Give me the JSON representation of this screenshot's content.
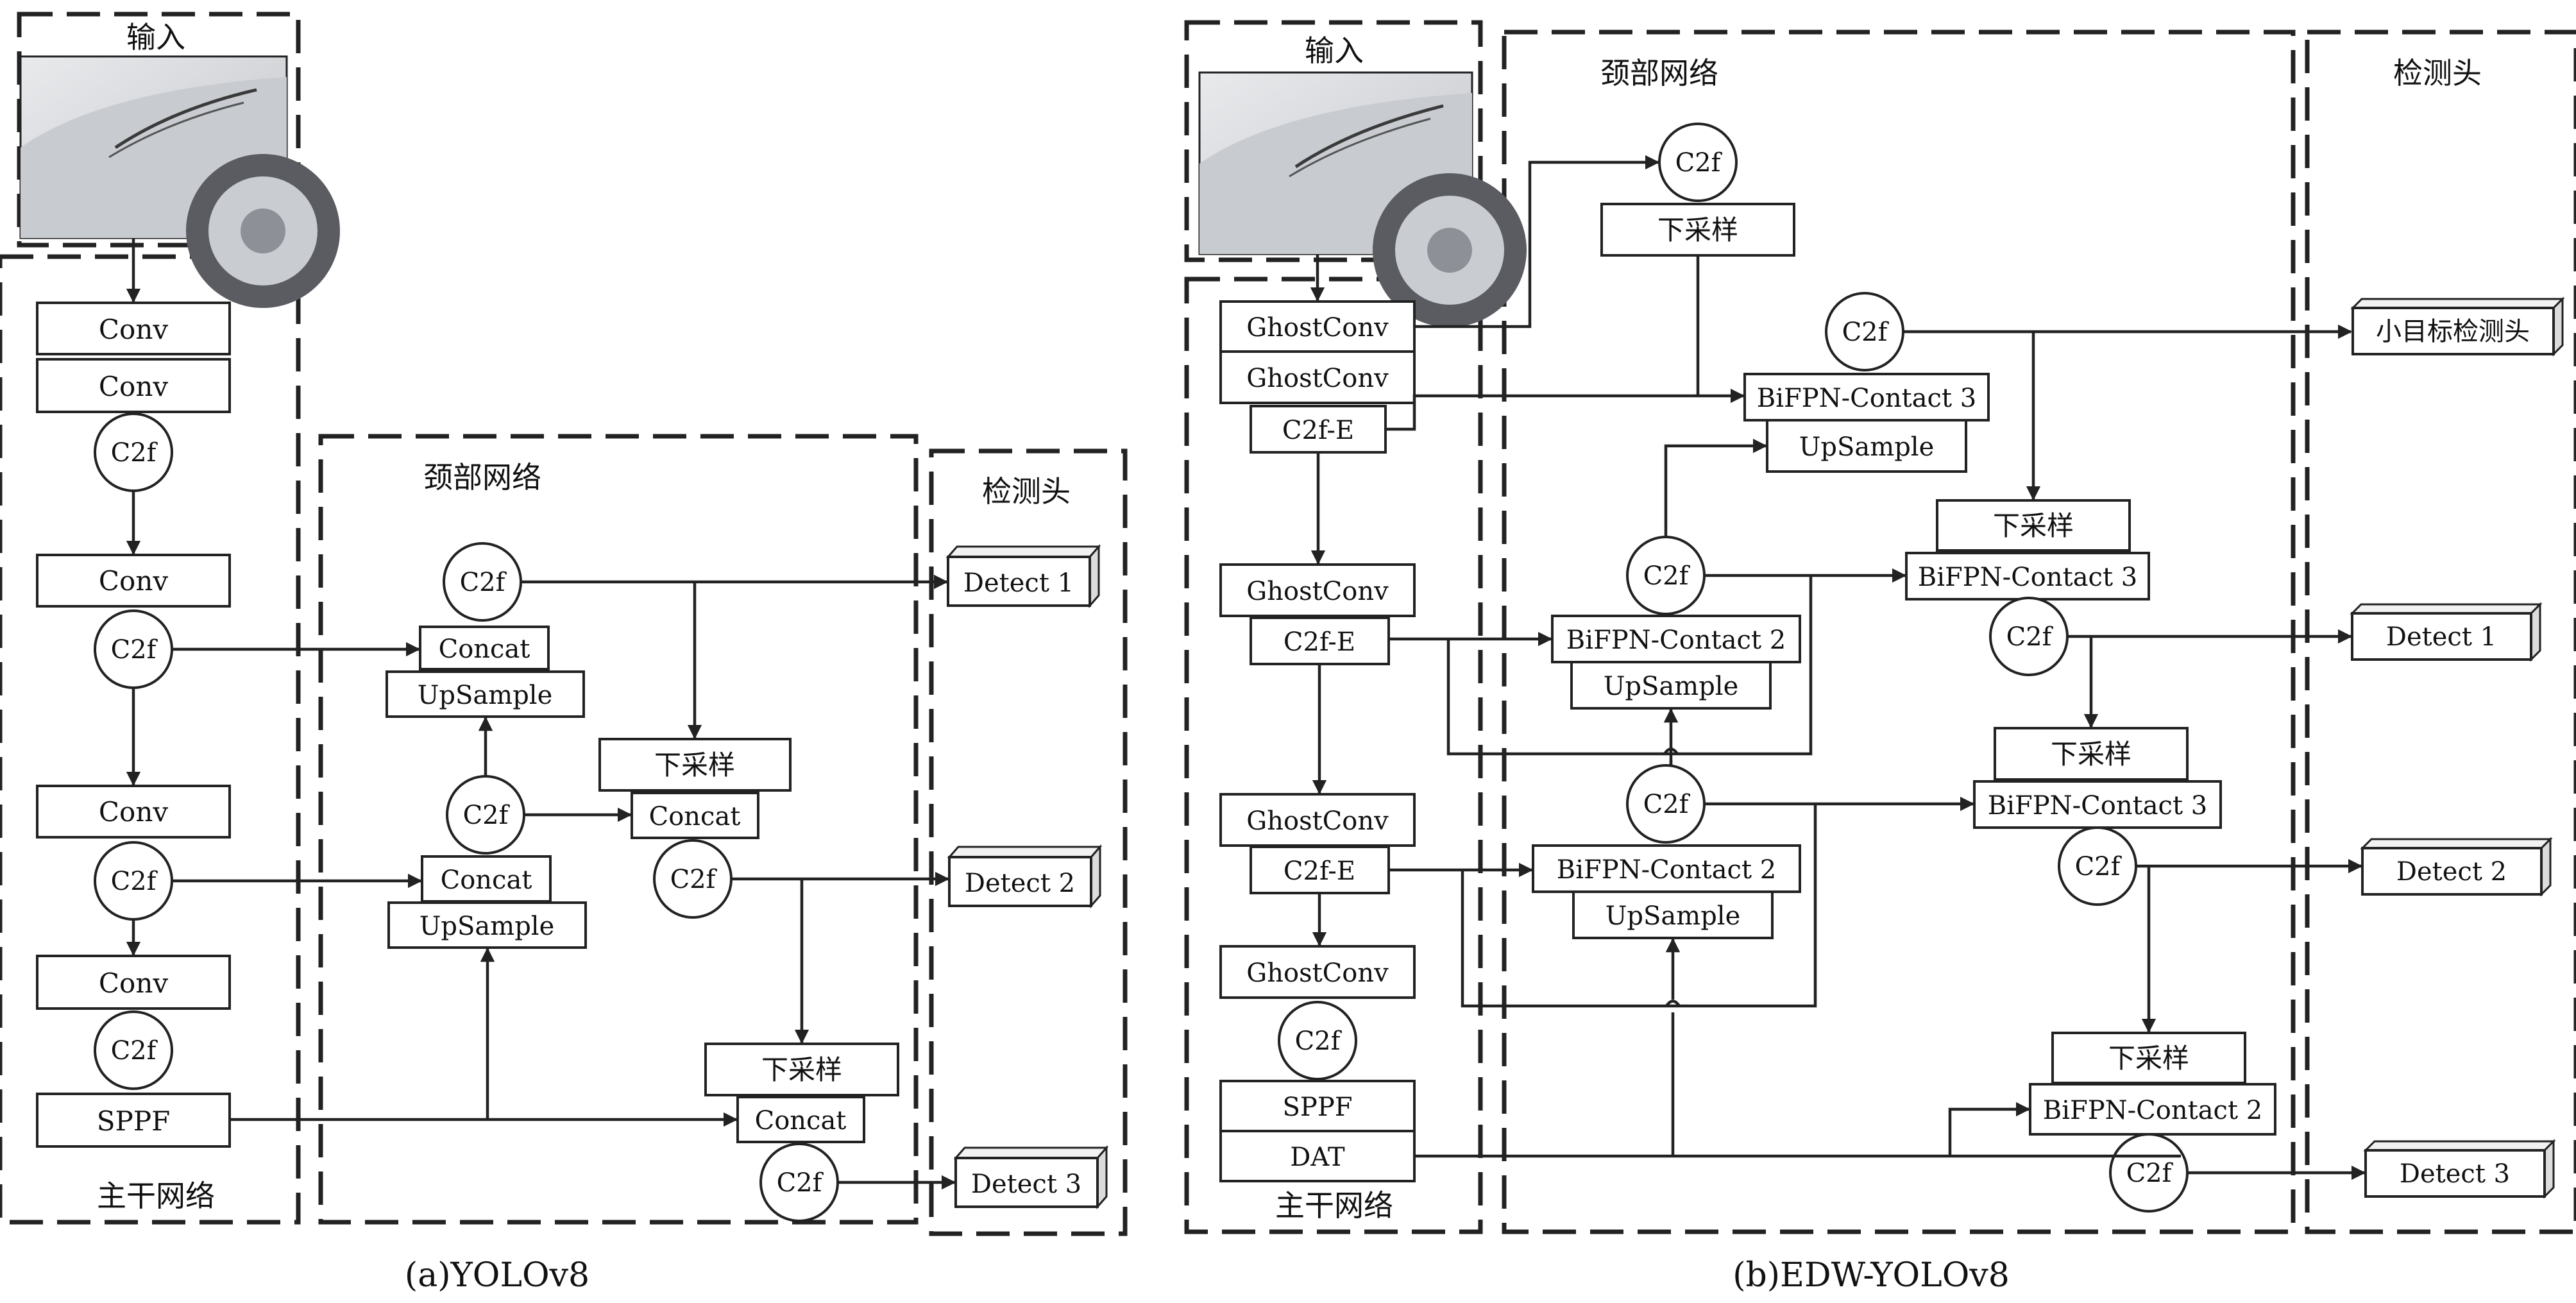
{
  "labels": {
    "input": "输入",
    "neck": "颈部网络",
    "head": "检测头",
    "backbone": "主干网络",
    "conv": "Conv",
    "c2f": "C2f",
    "c2f_e": "C2f-E",
    "sppf": "SPPF",
    "dat": "DAT",
    "ghostconv": "GhostConv",
    "concat": "Concat",
    "upsample": "UpSample",
    "downsample": "下采样",
    "bifpn2": "BiFPN-Contact 2",
    "bifpn3": "BiFPN-Contact 3",
    "detect1": "Detect 1",
    "detect2": "Detect 2",
    "detect3": "Detect 3",
    "small_head": "小目标检测头"
  },
  "captions": {
    "a": "(a)YOLOv8",
    "b": "(b)EDW-YOLOv8"
  },
  "icons": {
    "input_image": "car-scratch-photo-icon",
    "detect_block": "3d-box-icon"
  },
  "colors": {
    "line": "#222222",
    "background": "#ffffff"
  }
}
